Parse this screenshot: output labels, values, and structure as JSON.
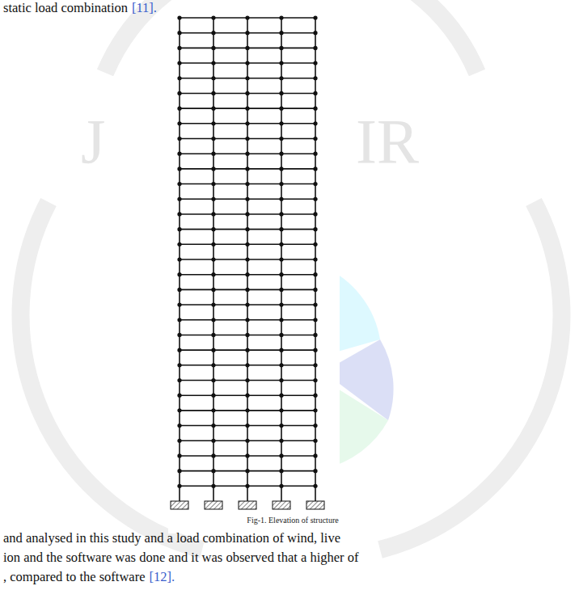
{
  "diagram": {
    "caption": "Fig-1. Elevation of structure",
    "labels": [
      "static load combination",
      "[11].",
      "J",
      "IR",
      "and analysed in this study and a load combination of wind, live",
      "ion and the software was done and it was observed that a higher of",
      ", compared to the software",
      "[12]."
    ]
  }
}
